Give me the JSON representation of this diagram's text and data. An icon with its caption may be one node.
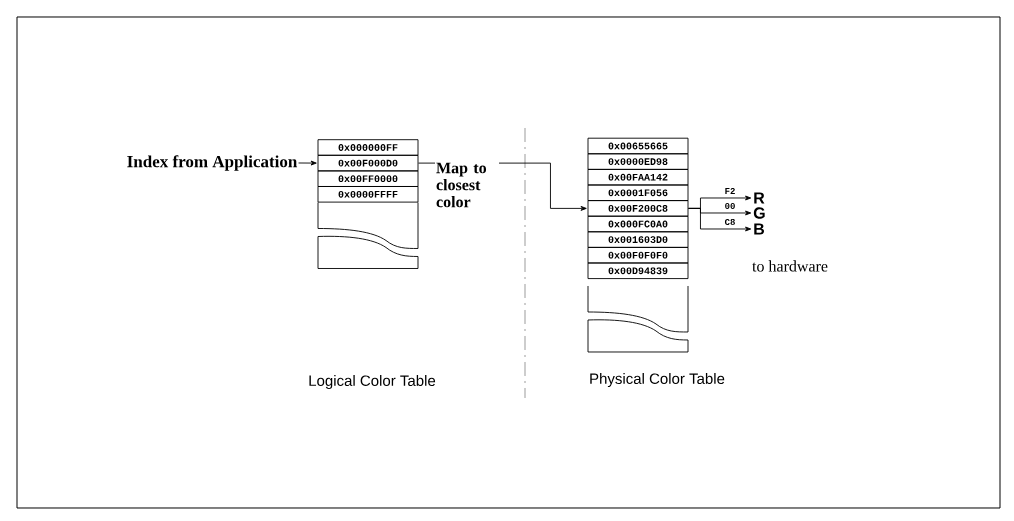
{
  "diagram": {
    "nodes": [
      {
        "text": [
          "Index from Application"
        ]
      },
      {
        "text": [
          "0x000000FF"
        ]
      },
      {
        "text": [
          "0x00F000D0"
        ]
      },
      {
        "text": [
          "0x00FF0000"
        ]
      },
      {
        "text": [
          "0x0000FFFF"
        ]
      },
      {
        "text": [
          "0x00655665"
        ]
      },
      {
        "text": [
          "0x0000ED98"
        ]
      },
      {
        "text": [
          "0x00FAA142"
        ]
      },
      {
        "text": [
          "0x0001F056"
        ]
      },
      {
        "text": [
          "0x00F200C8"
        ]
      },
      {
        "text": [
          "0x000FC0A0"
        ]
      },
      {
        "text": [
          "0x001603D0"
        ]
      },
      {
        "text": [
          "0x00F0F0F0"
        ]
      },
      {
        "text": [
          "0x00D94839"
        ]
      },
      {
        "text": [
          "R"
        ]
      },
      {
        "text": [
          "G"
        ]
      },
      {
        "text": [
          "B"
        ]
      }
    ],
    "edges": [
      {
        "from": 0,
        "to": 2,
        "arrow": "to"
      },
      {
        "from": 2,
        "to": 9,
        "arrow": "to"
      },
      {
        "from": 9,
        "to": 14,
        "arrow": "to",
        "label": "F2"
      },
      {
        "from": 9,
        "to": 15,
        "arrow": "to",
        "label": "00"
      },
      {
        "from": 9,
        "to": 16,
        "arrow": "to",
        "label": "C8"
      }
    ],
    "labels": [
      "Map to closest color",
      "to hardware",
      "Logical Color Table",
      "Physical Color Table"
    ]
  }
}
